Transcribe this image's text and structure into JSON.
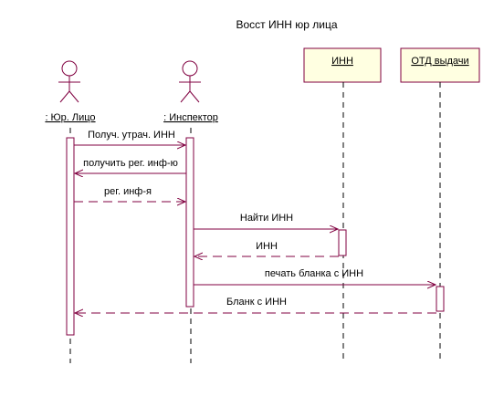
{
  "diagram": {
    "title": "Восст ИНН юр лица",
    "colors": {
      "line": "#800040",
      "box_fill": "#ffffe1",
      "box_stroke": "#800040",
      "text": "#000000",
      "lifeline": "#000000"
    },
    "participants": [
      {
        "id": "p1",
        "label": ": Юр. Лицо",
        "kind": "actor"
      },
      {
        "id": "p2",
        "label": ": Инспектор",
        "kind": "actor"
      },
      {
        "id": "p3",
        "label": "ИНН",
        "kind": "object"
      },
      {
        "id": "p4",
        "label": "ОТД выдачи",
        "kind": "object"
      }
    ],
    "messages": [
      {
        "label": "Получ. утрач. ИНН",
        "from": "p1",
        "to": "p2",
        "style": "call"
      },
      {
        "label": "получить рег. инф-ю",
        "from": "p2",
        "to": "p1",
        "style": "call"
      },
      {
        "label": "рег. инф-я",
        "from": "p1",
        "to": "p2",
        "style": "return"
      },
      {
        "label": "Найти ИНН",
        "from": "p2",
        "to": "p3",
        "style": "call"
      },
      {
        "label": "ИНН",
        "from": "p3",
        "to": "p2",
        "style": "return"
      },
      {
        "label": "печать бланка с ИНН",
        "from": "p2",
        "to": "p4",
        "style": "call"
      },
      {
        "label": "Бланк с ИНН",
        "from": "p4",
        "to": "p1",
        "style": "return"
      }
    ]
  }
}
